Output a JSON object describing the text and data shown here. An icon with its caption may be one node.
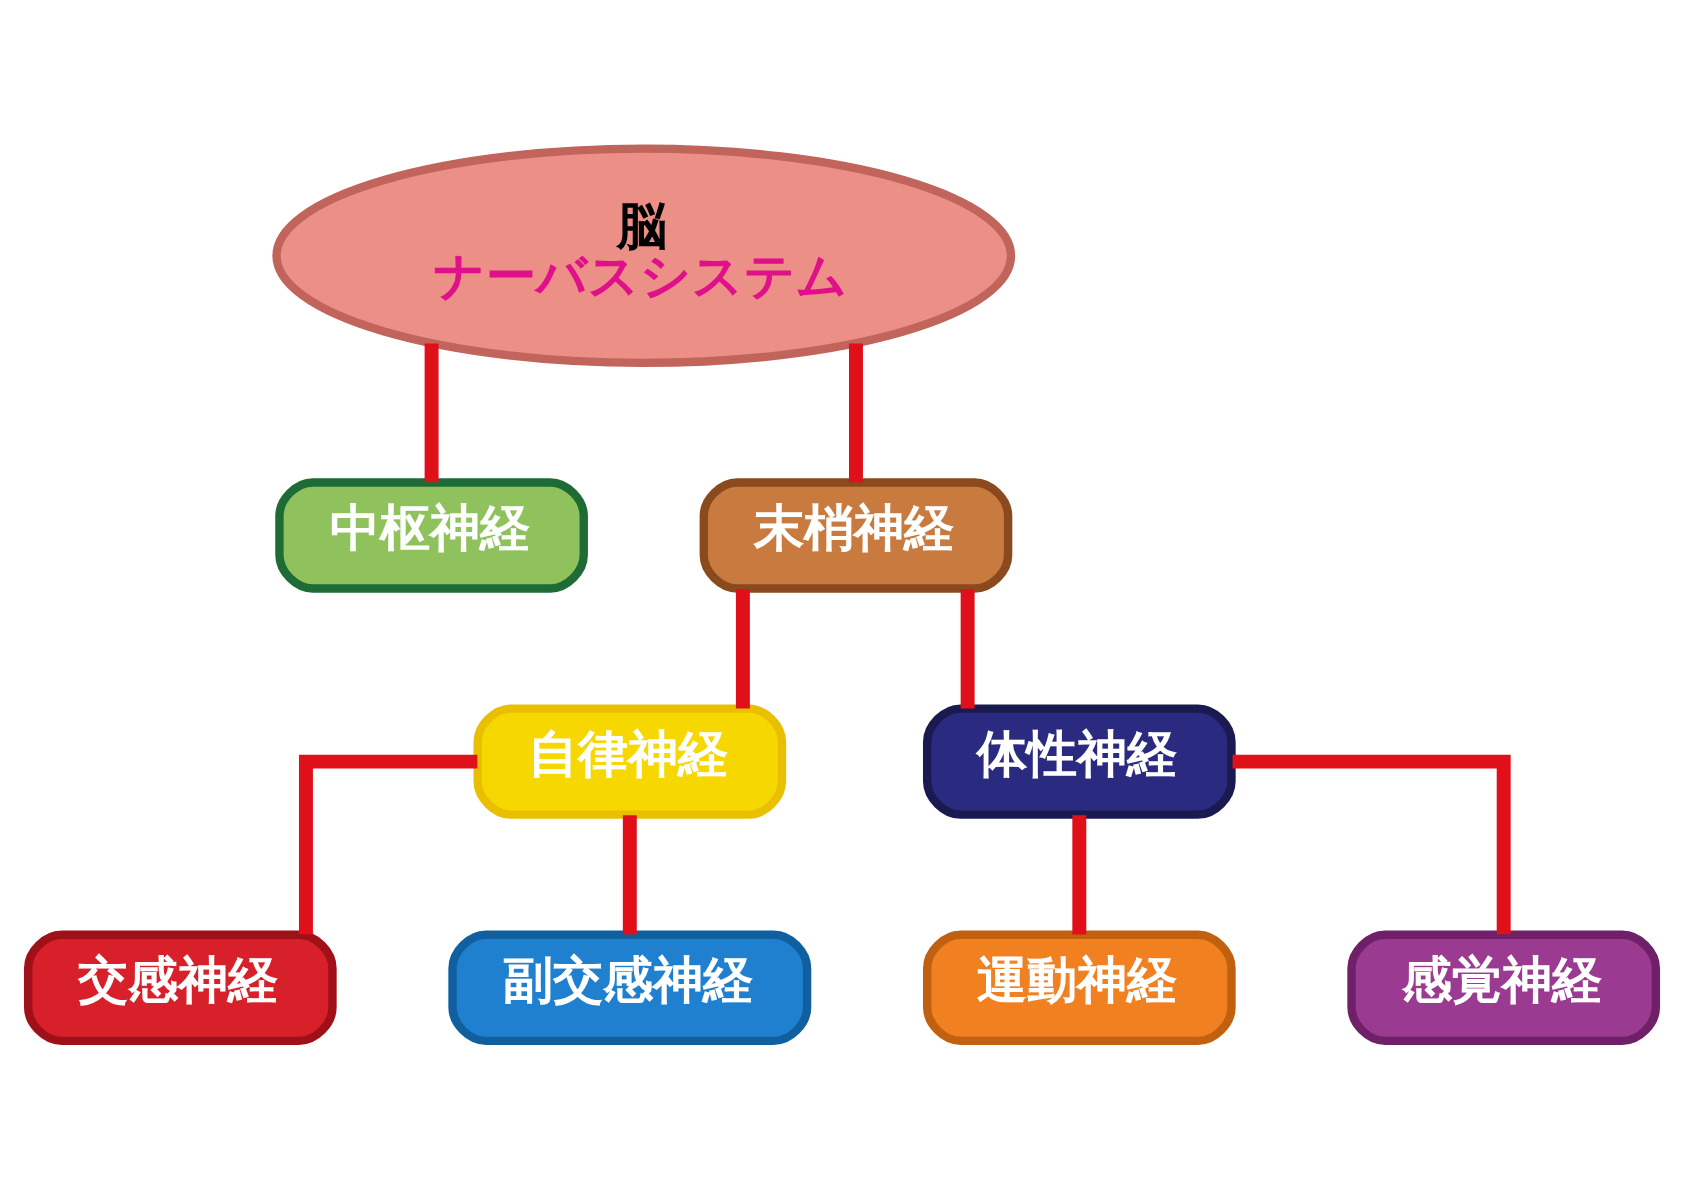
{
  "diagram": {
    "nodes": [
      {
        "text": [
          "脳",
          "ナーバスシステム"
        ]
      },
      {
        "text": [
          "中枢神経"
        ]
      },
      {
        "text": [
          "末梢神経"
        ]
      },
      {
        "text": [
          "自律神経"
        ]
      },
      {
        "text": [
          "体性神経"
        ]
      },
      {
        "text": [
          "交感神経"
        ]
      },
      {
        "text": [
          "副交感神経"
        ]
      },
      {
        "text": [
          "運動神経"
        ]
      },
      {
        "text": [
          "感覚神経"
        ]
      }
    ],
    "edges": [
      {
        "from": 0,
        "to": 1,
        "arrow": "none"
      },
      {
        "from": 0,
        "to": 2,
        "arrow": "none"
      },
      {
        "from": 2,
        "to": 3,
        "arrow": "none"
      },
      {
        "from": 2,
        "to": 4,
        "arrow": "none"
      },
      {
        "from": 3,
        "to": 5,
        "arrow": "none"
      },
      {
        "from": 3,
        "to": 6,
        "arrow": "none"
      },
      {
        "from": 4,
        "to": 7,
        "arrow": "none"
      },
      {
        "from": 4,
        "to": 8,
        "arrow": "none"
      }
    ]
  }
}
